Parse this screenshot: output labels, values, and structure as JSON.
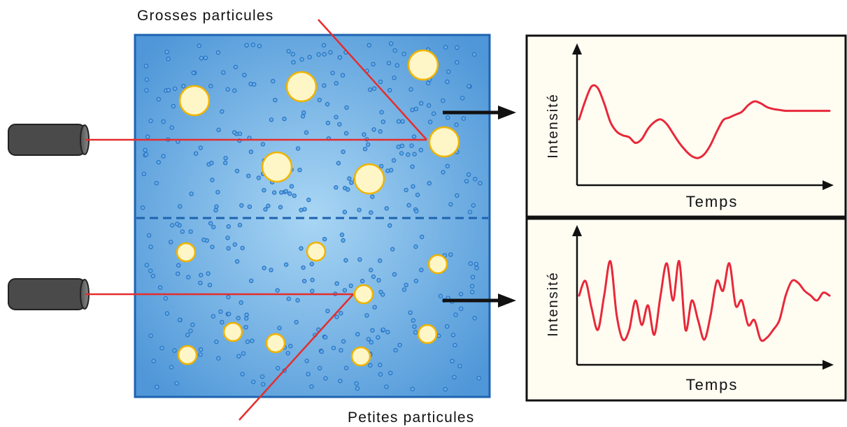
{
  "labels": {
    "large_particles": "Grosses particules",
    "small_particles": "Petites particules",
    "top_chart_ylabel": "Intensité",
    "top_chart_xlabel": "Temps",
    "bottom_chart_ylabel": "Intensité",
    "bottom_chart_xlabel": "Temps"
  },
  "colors": {
    "sample_fill": "#4f97d8",
    "sample_center": "#a9d6f4",
    "sample_border": "#1e63b0",
    "small_dot": "#2d6fbf",
    "particle_fill": "#fff6c8",
    "particle_stroke": "#f0b400",
    "laser": "#e52d2d",
    "arrow": "#111111",
    "chart_bg": "#fffdf2",
    "signal": "#e8283a"
  },
  "chart_data": [
    {
      "type": "line",
      "title": "",
      "xlabel": "Temps",
      "ylabel": "Intensité",
      "x": [
        0,
        1,
        2,
        3,
        4,
        5,
        6,
        7,
        8,
        9,
        10,
        11,
        12,
        13,
        14,
        15,
        16,
        17,
        18,
        19,
        20,
        21,
        22,
        23,
        24,
        25,
        26,
        27,
        28,
        29,
        30,
        31,
        32,
        33,
        34,
        35,
        36,
        37,
        38,
        39,
        40
      ],
      "y": [
        0.55,
        0.75,
        0.9,
        0.88,
        0.72,
        0.52,
        0.42,
        0.38,
        0.36,
        0.3,
        0.34,
        0.45,
        0.52,
        0.55,
        0.5,
        0.4,
        0.3,
        0.22,
        0.16,
        0.14,
        0.18,
        0.28,
        0.42,
        0.54,
        0.57,
        0.6,
        0.63,
        0.7,
        0.74,
        0.72,
        0.68,
        0.66,
        0.65,
        0.64,
        0.64,
        0.64,
        0.64,
        0.64,
        0.64,
        0.64,
        0.64
      ],
      "ylim": [
        0,
        1
      ]
    },
    {
      "type": "line",
      "title": "",
      "xlabel": "Temps",
      "ylabel": "Intensité",
      "x": [
        0,
        1,
        2,
        3,
        4,
        5,
        6,
        7,
        8,
        9,
        10,
        11,
        12,
        13,
        14,
        15,
        16,
        17,
        18,
        19,
        20,
        21,
        22,
        23,
        24,
        25,
        26,
        27,
        28,
        29,
        30,
        31,
        32,
        33,
        34,
        35,
        36,
        37,
        38,
        39,
        40
      ],
      "y": [
        0.55,
        0.7,
        0.42,
        0.2,
        0.55,
        0.9,
        0.35,
        0.1,
        0.2,
        0.5,
        0.25,
        0.45,
        0.15,
        0.55,
        0.88,
        0.5,
        0.9,
        0.2,
        0.5,
        0.3,
        0.1,
        0.35,
        0.7,
        0.6,
        0.88,
        0.45,
        0.5,
        0.25,
        0.3,
        0.1,
        0.12,
        0.2,
        0.3,
        0.55,
        0.7,
        0.68,
        0.6,
        0.55,
        0.5,
        0.58,
        0.55
      ],
      "ylim": [
        0,
        1
      ]
    }
  ]
}
